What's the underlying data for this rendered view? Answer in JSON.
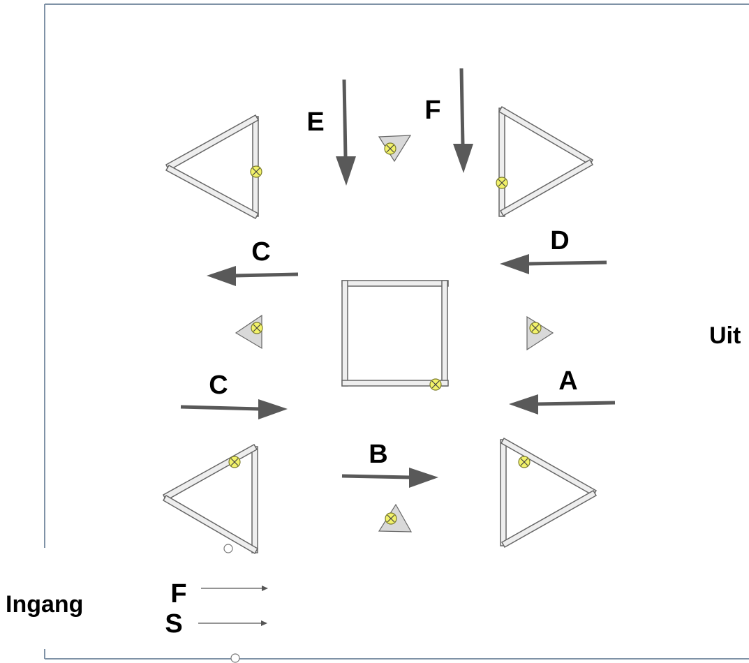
{
  "colors": {
    "border": "#7f92a6",
    "arrow": "#595959",
    "beam_fill": "#eeeeee",
    "beam_stroke": "#666666",
    "marker_fill": "#f2f26a",
    "marker_stroke": "#7a7a2a",
    "light_fill": "#d9d9d9",
    "small_arrow": "#555555"
  },
  "icons": {
    "marker": "crossed-circle-icon",
    "light": "triangle-light-icon"
  },
  "labels": {
    "arrow_e": "E",
    "arrow_f": "F",
    "arrow_c_top": "C",
    "arrow_d": "D",
    "arrow_c_bottom": "C",
    "arrow_a": "A",
    "arrow_b": "B",
    "uit": "Uit",
    "ingang": "Ingang",
    "legend_f": "F",
    "legend_s": "S"
  }
}
